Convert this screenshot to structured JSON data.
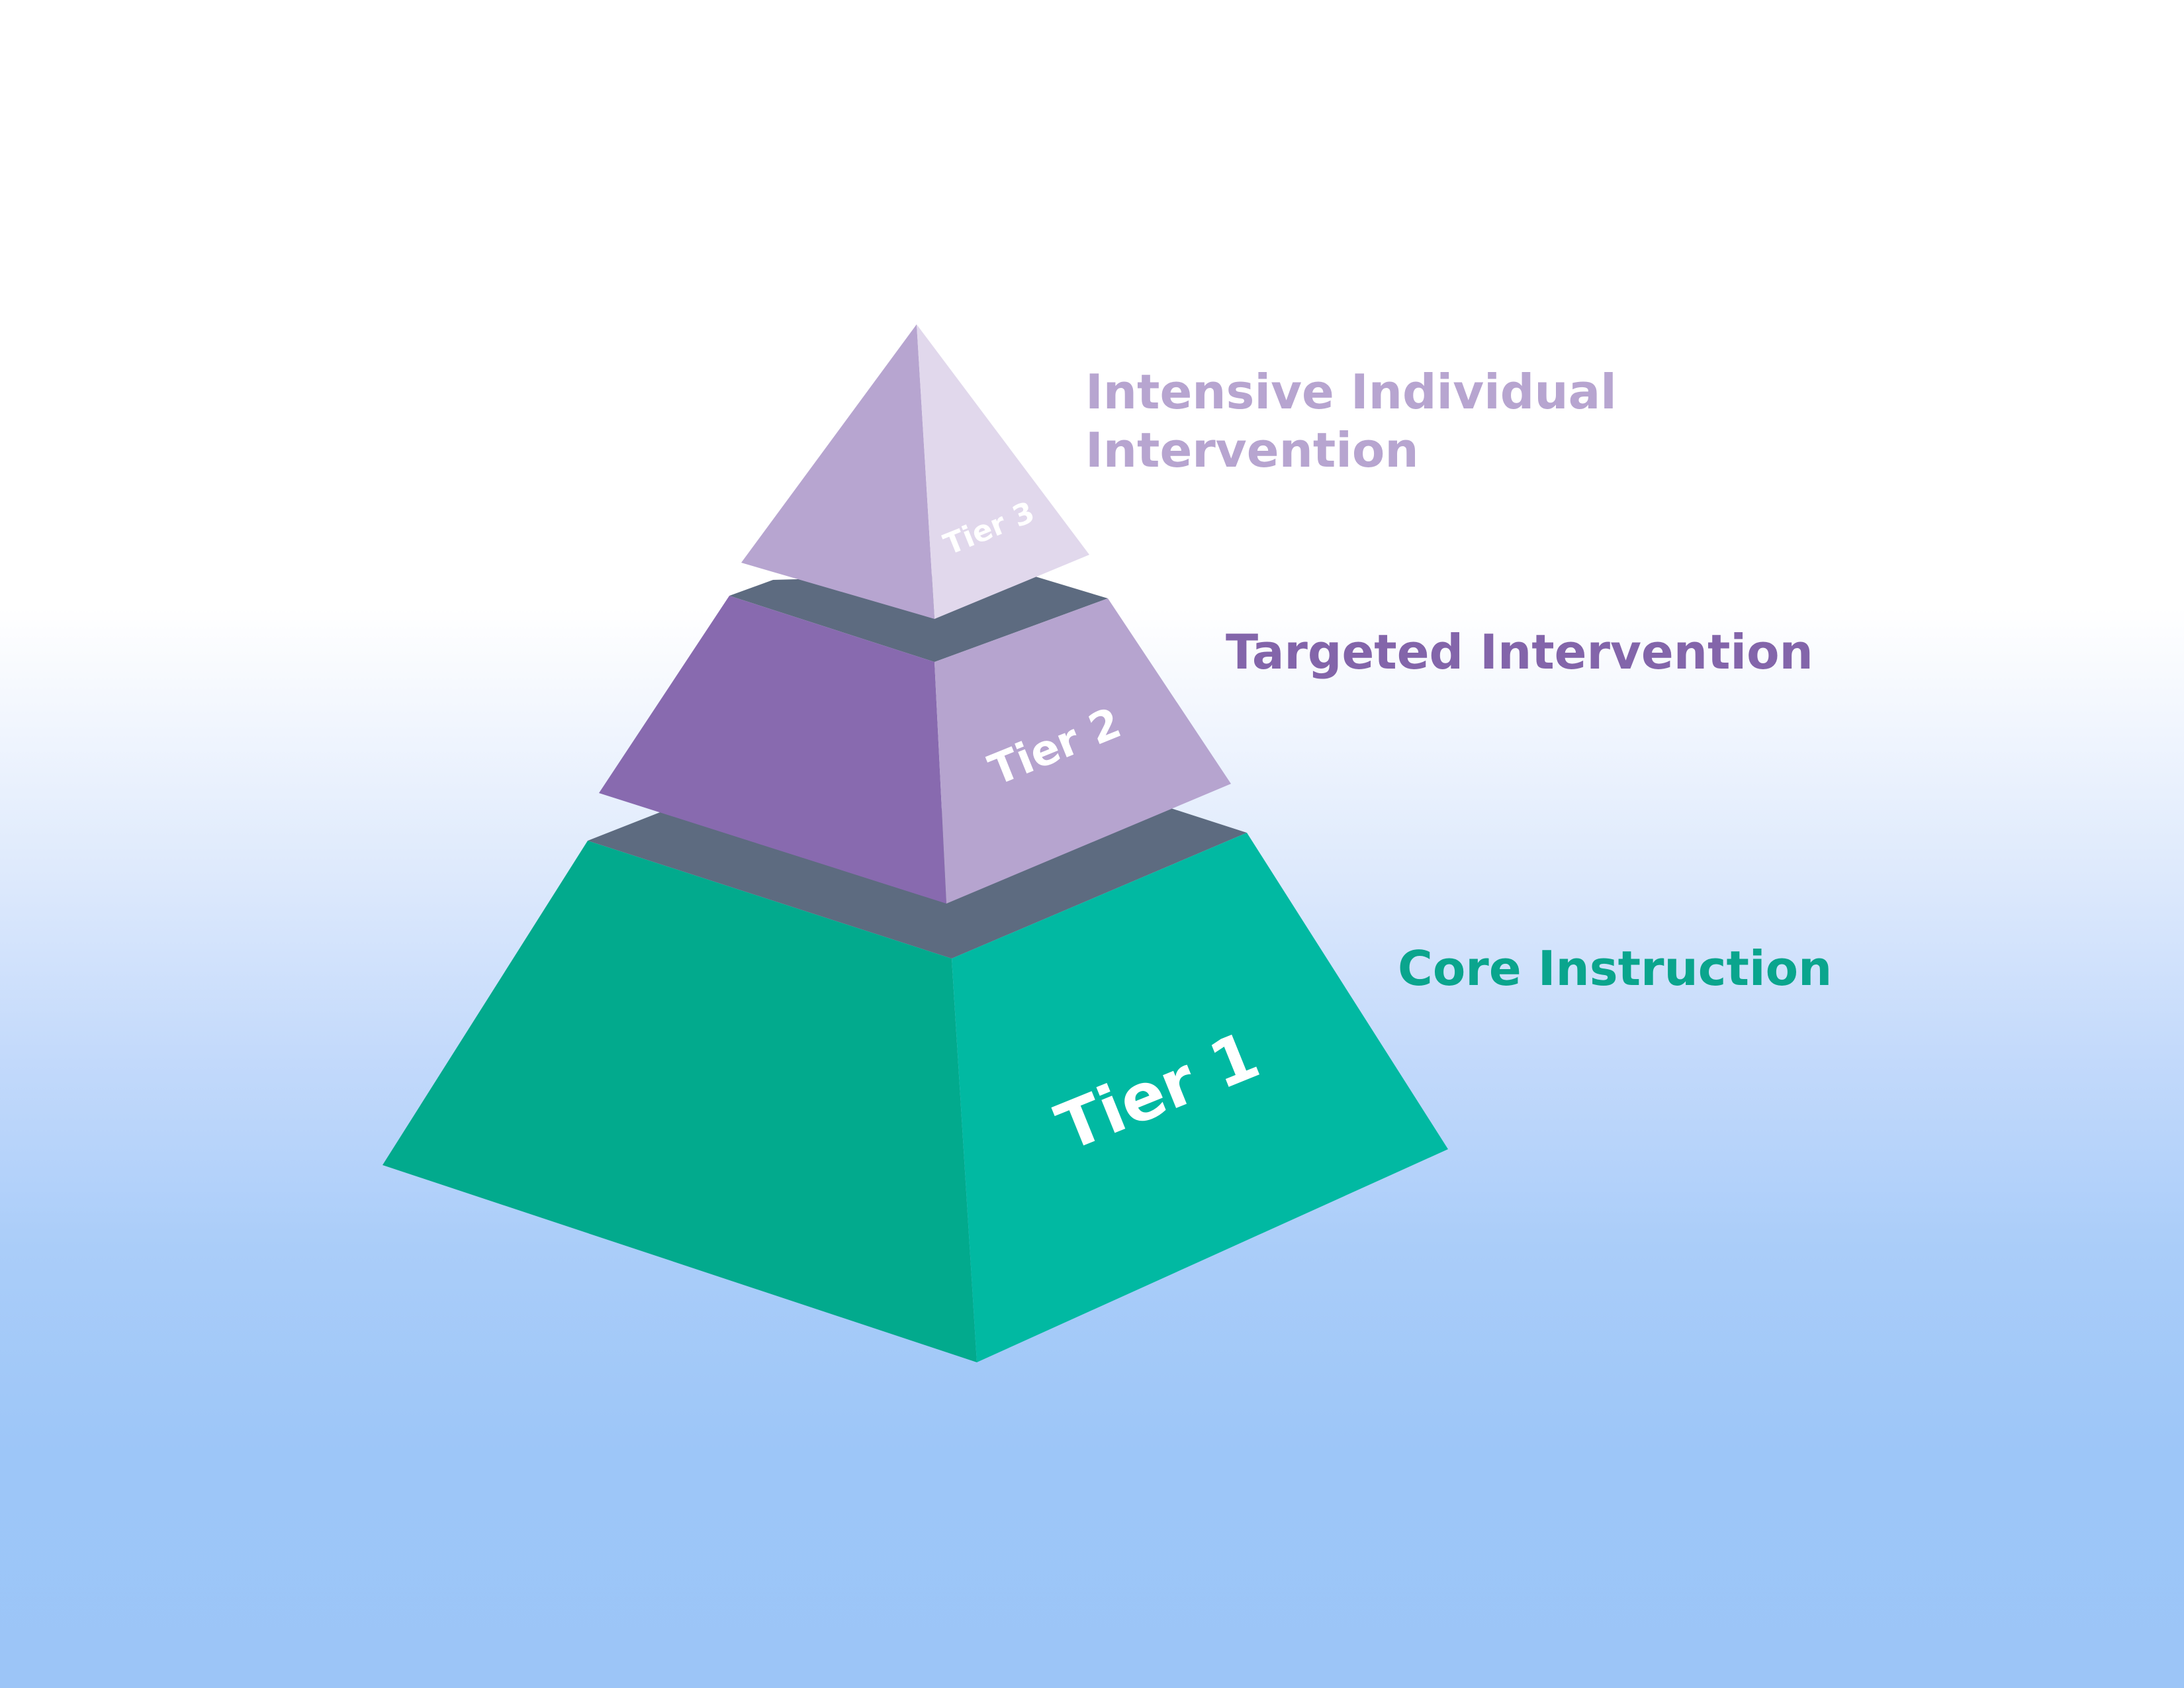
{
  "tiers": [
    {
      "id": "tier3",
      "label": "Tier 3",
      "description": "Intensive Individual Intervention",
      "color": "#b7a5d0",
      "color_light": "#e1d8ec",
      "description_color": "#b7a5d0"
    },
    {
      "id": "tier2",
      "label": "Tier 2",
      "description": "Targeted Intervention",
      "color": "#886aaf",
      "color_light": "#b6a4cf",
      "description_color": "#8365aa"
    },
    {
      "id": "tier1",
      "label": "Tier 1",
      "description": "Core Instruction",
      "color": "#02aa8d",
      "color_light": "#01b9a2",
      "description_color": "#0aa58d"
    }
  ],
  "colors": {
    "gap_shadow": "#5d6b80"
  }
}
